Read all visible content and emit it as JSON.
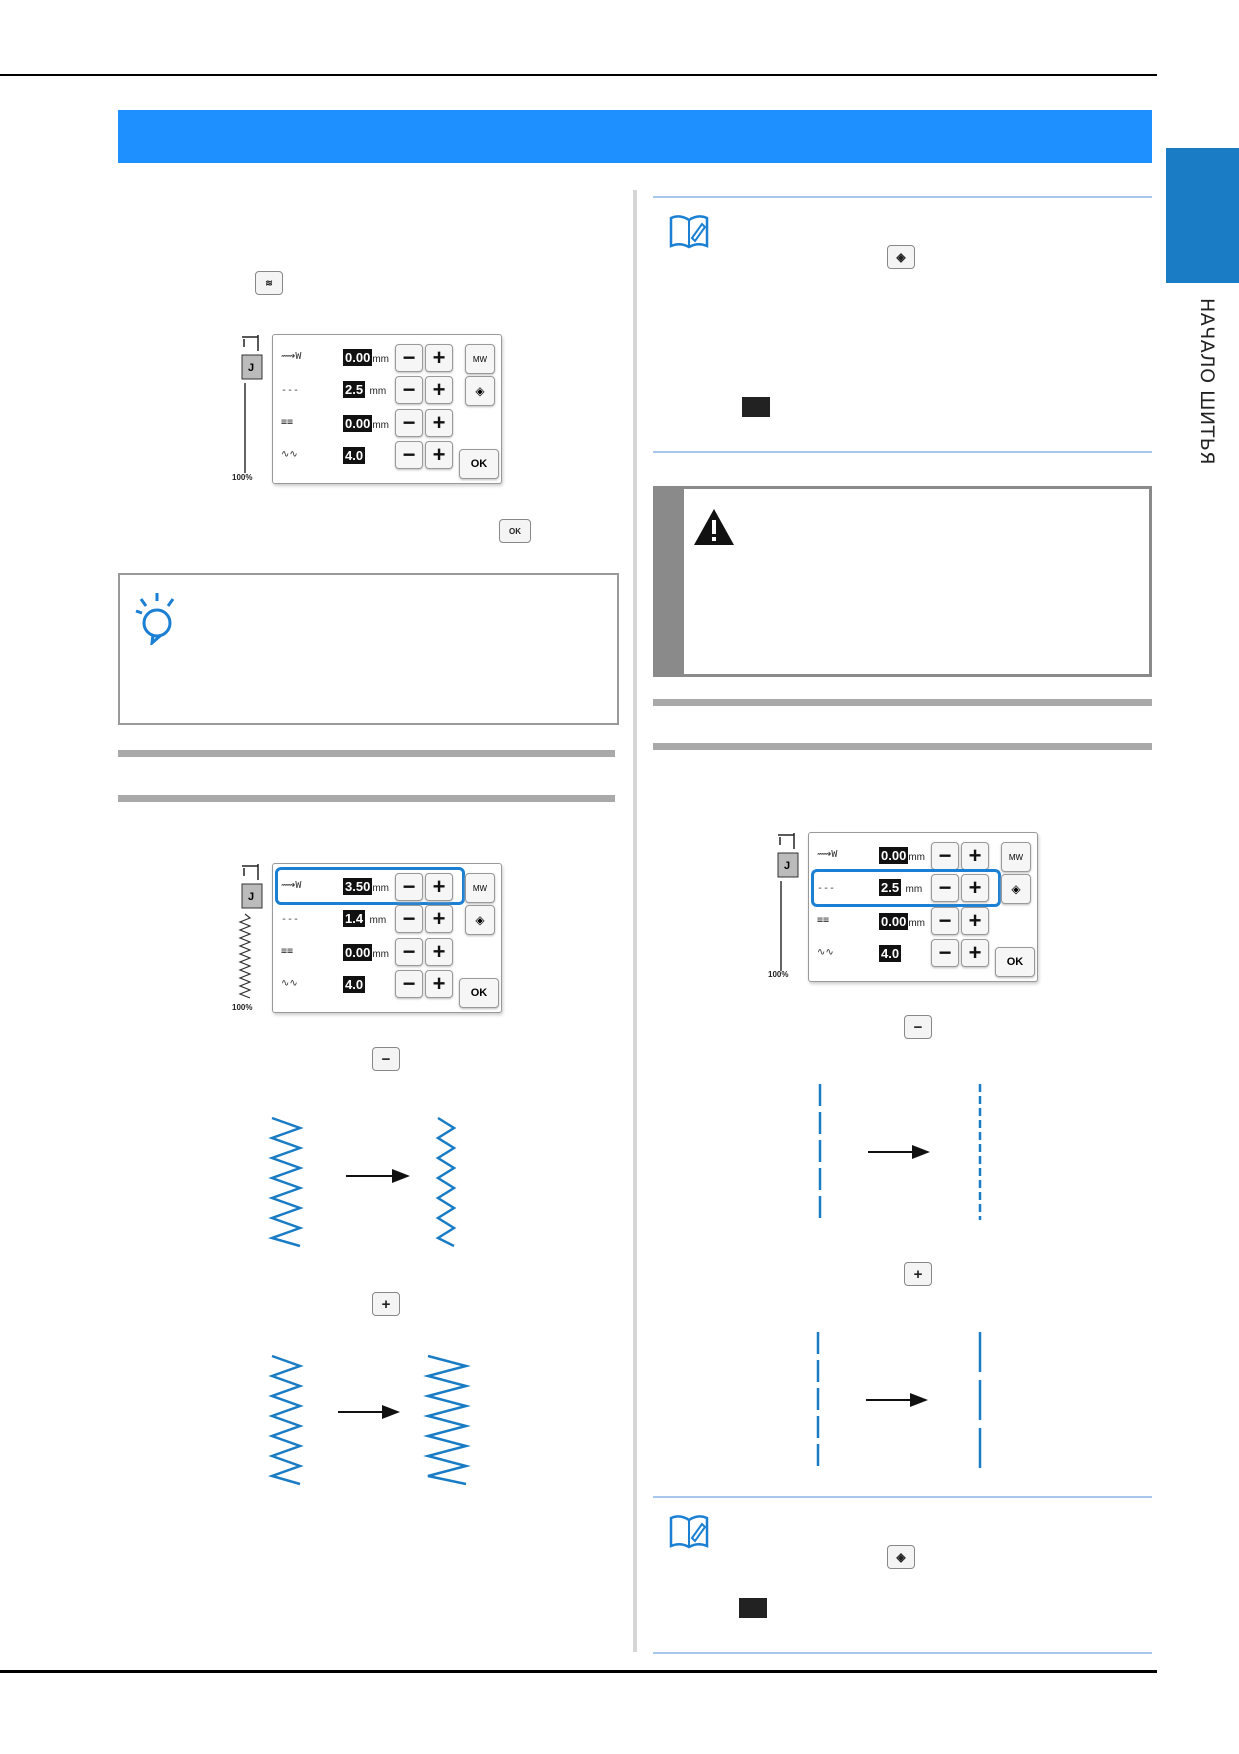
{
  "side_label": "НАЧАЛО ШИТЬЯ",
  "icons": {
    "minus": "−",
    "plus": "+",
    "ok": "OK"
  },
  "panel1": {
    "rows": [
      {
        "value": "0.00",
        "unit": "mm"
      },
      {
        "value": "2.5",
        "unit": "mm"
      },
      {
        "value": "0.00",
        "unit": "mm"
      },
      {
        "value": "4.0",
        "unit": ""
      }
    ],
    "ok_label": "OK",
    "percent": "100%",
    "mw_label": "MW"
  },
  "panel2": {
    "rows": [
      {
        "value": "3.50",
        "unit": "mm"
      },
      {
        "value": "1.4",
        "unit": "mm"
      },
      {
        "value": "0.00",
        "unit": "mm"
      },
      {
        "value": "4.0",
        "unit": ""
      }
    ],
    "ok_label": "OK",
    "percent": "100%",
    "mw_label": "MW"
  },
  "panel3": {
    "rows": [
      {
        "value": "0.00",
        "unit": "mm"
      },
      {
        "value": "2.5",
        "unit": "mm"
      },
      {
        "value": "0.00",
        "unit": "mm"
      },
      {
        "value": "4.0",
        "unit": ""
      }
    ],
    "ok_label": "OK",
    "percent": "100%",
    "mw_label": "MW"
  },
  "colors": {
    "banner": "#1e90ff",
    "tab": "#1a7cc4",
    "stitch": "#1a7cc4",
    "highlight": "#1b7fd4"
  }
}
